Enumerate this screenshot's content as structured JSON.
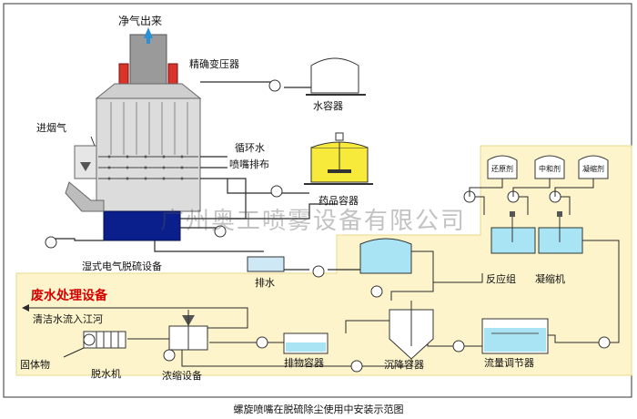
{
  "labels": {
    "clean_gas_out": "净气出来",
    "transformer": "精确变压器",
    "water_tank": "水容器",
    "flue_gas_in": "进烟气",
    "circulating_water": "循环水",
    "nozzle_layout": "喷嘴排布",
    "chemical_tank": "药品容器",
    "wet_esp": "湿式电气脱硫设备",
    "drain": "排水",
    "reaction_group": "反应组",
    "coagulator": "凝缩机",
    "reducing_agent": "还原剂",
    "neutralizer": "中和剂",
    "coagulant": "凝缩剂",
    "wastewater_title": "废水处理设备",
    "clean_water_river": "清洁水流入江河",
    "solids": "固体物",
    "dewatering": "脱水机",
    "thickener": "浓缩设备",
    "discharge_tank": "排物容器",
    "settling_tank": "沉降容器",
    "flow_regulator": "流量调节器"
  },
  "watermark": "广州奥工喷雾设备有限公司",
  "caption": "螺旋喷嘴在脱硫除尘使用中安装示范图",
  "colors": {
    "pipe": "#2a2a2a",
    "water_blue": "#a9e4f5",
    "tank_dark_blue": "#0b1f8c",
    "chem_yellow": "#f7ea3a",
    "wastewater_bg": "#fdf4cc",
    "accent_red": "#d40000",
    "heater_red": "#d9332a"
  }
}
